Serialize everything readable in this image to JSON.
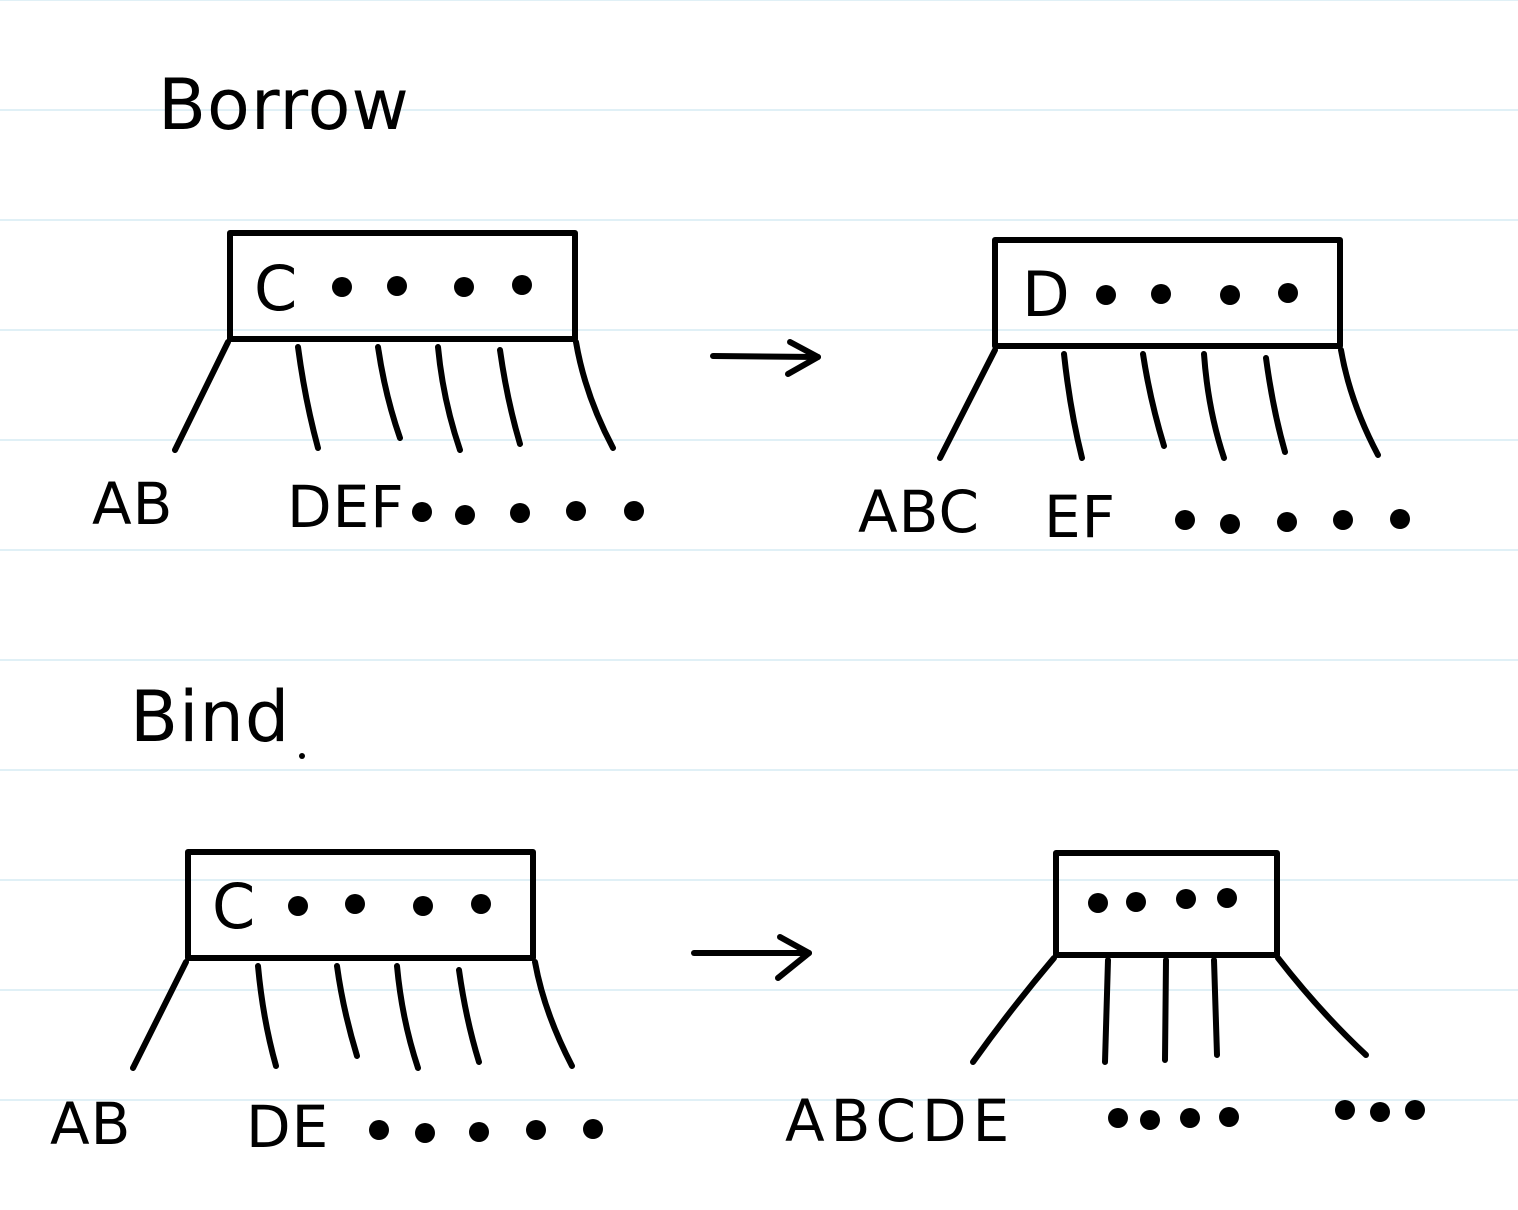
{
  "sections": [
    {
      "title": "Borrow",
      "before": {
        "node_key": "C",
        "leaves": [
          "AB",
          "DEF"
        ]
      },
      "after": {
        "node_key": "D",
        "leaves": [
          "ABC",
          "EF"
        ]
      }
    },
    {
      "title": "Bind",
      "before": {
        "node_key": "C",
        "leaves": [
          "AB",
          "DE"
        ]
      },
      "after": {
        "node_key": "",
        "leaves": [
          "ABCDE"
        ]
      }
    }
  ],
  "colors": {
    "ink": "#000000",
    "rule_line": "#d6ebf4",
    "paper": "#ffffff"
  }
}
